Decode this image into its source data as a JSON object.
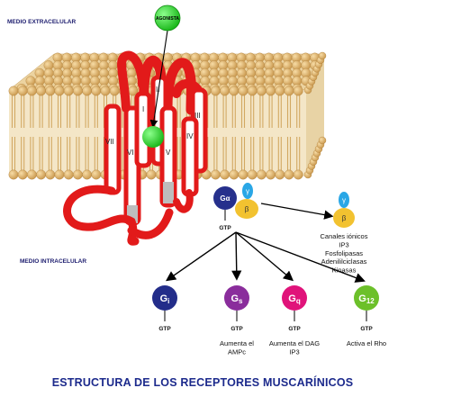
{
  "regions": {
    "extracellular": "MEDIO EXTRACELULAR",
    "intracellular": "MEDIO INTRACELULAR"
  },
  "agonist_label": "AGONISTA",
  "helices": [
    "I",
    "II",
    "III",
    "IV",
    "V",
    "VI",
    "VII"
  ],
  "g_protein": {
    "alpha": "Gα",
    "beta": "β",
    "gamma": "γ",
    "gtp": "GTP"
  },
  "beta_gamma_effects": [
    "Canales iónicos",
    "IP3",
    "Fosfolipasas",
    "Adenililciclasas",
    "Kinasas"
  ],
  "subunits": [
    {
      "symbol": "G",
      "sub": "i",
      "color": "#232d8a",
      "gtp": "GTP",
      "effect": []
    },
    {
      "symbol": "G",
      "sub": "s",
      "color": "#8a2d9c",
      "gtp": "GTP",
      "effect": [
        "Aumenta el",
        "AMPc"
      ]
    },
    {
      "symbol": "G",
      "sub": "q",
      "color": "#e0137a",
      "gtp": "GTP",
      "effect": [
        "Aumenta el DAG",
        "IP3"
      ]
    },
    {
      "symbol": "G",
      "sub": "12",
      "color": "#6cc02a",
      "gtp": "GTP",
      "effect": [
        "Activa el Rho"
      ]
    }
  ],
  "title": "ESTRUCTURA DE LOS RECEPTORES MUSCARÍNICOS",
  "colors": {
    "lipid_head": "#e3bd7a",
    "lipid_tail": "#d9b06a",
    "receptor": "#e21a1a",
    "agonist": "#22dd22",
    "beta": "#f2c230",
    "gamma": "#2aa7e6",
    "alpha": "#26308c"
  }
}
